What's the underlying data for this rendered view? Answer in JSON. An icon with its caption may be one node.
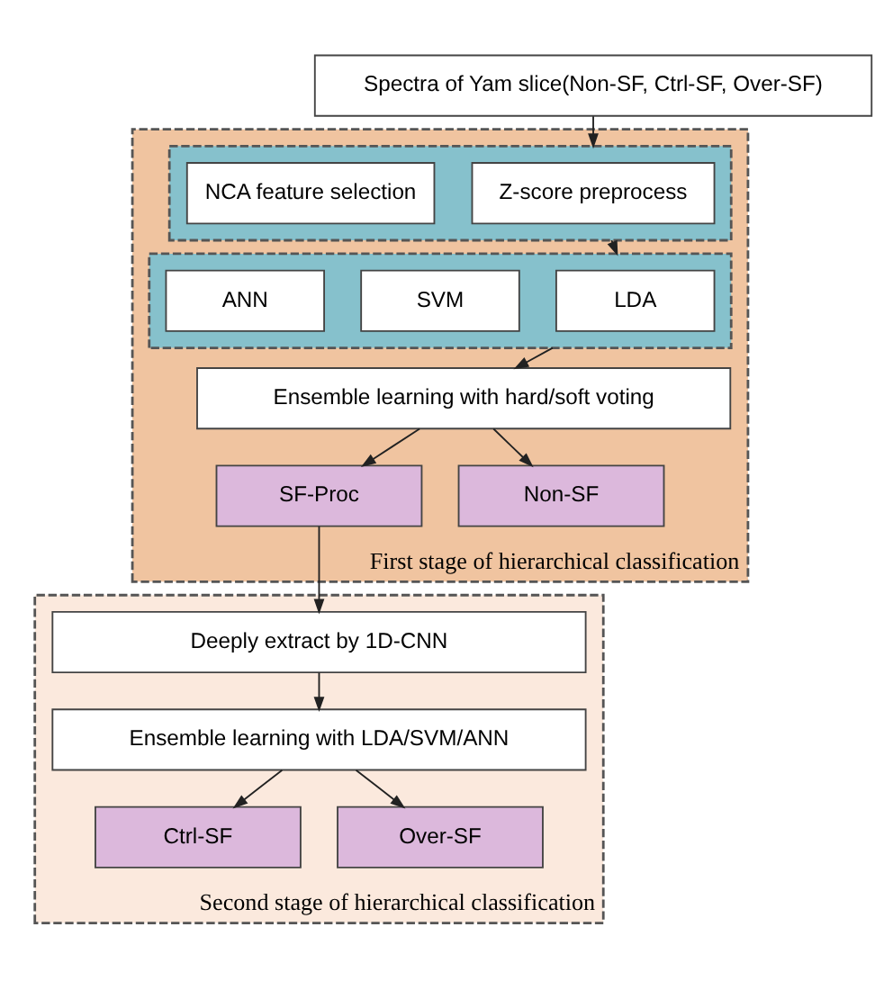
{
  "diagram": {
    "nodes": [
      {
        "text": [
          "Spectra of Yam slice(Non-SF, Ctrl-SF, Over-SF)"
        ]
      },
      {
        "text": [
          "First stage of hierarchical classification"
        ]
      },
      {
        "text": [],
        "shape": "box",
        "in": 1
      },
      {
        "text": [
          "Z-score preprocess"
        ],
        "in": 2
      },
      {
        "text": [
          "NCA feature selection"
        ],
        "in": 2
      },
      {
        "text": [],
        "shape": "box",
        "in": 1
      },
      {
        "text": [
          "LDA"
        ],
        "in": 5
      },
      {
        "text": [
          "SVM"
        ],
        "in": 5
      },
      {
        "text": [
          "ANN"
        ],
        "in": 5
      },
      {
        "text": [
          "Ensemble learning with hard/soft voting"
        ],
        "in": 1
      },
      {
        "text": [
          "SF-Proc"
        ],
        "in": 1
      },
      {
        "text": [
          "Non-SF"
        ],
        "in": 1
      },
      {
        "text": [
          "Second stage of hierarchical classification"
        ]
      },
      {
        "text": [
          "Deeply extract by 1D-CNN"
        ],
        "in": 12
      },
      {
        "text": [
          "Ensemble learning with LDA/SVM/ANN"
        ],
        "in": 12
      },
      {
        "text": [
          "Ctrl-SF"
        ],
        "in": 12
      },
      {
        "text": [
          "Over-SF"
        ],
        "in": 12
      }
    ],
    "edges": [
      {
        "from": 0,
        "to": 2,
        "arrow": "to"
      },
      {
        "from": 2,
        "to": 5,
        "arrow": "to"
      },
      {
        "from": 5,
        "to": 9,
        "arrow": "to"
      },
      {
        "from": 9,
        "to": 10,
        "arrow": "to"
      },
      {
        "from": 9,
        "to": 11,
        "arrow": "to"
      },
      {
        "from": 10,
        "to": 13,
        "arrow": "to"
      },
      {
        "from": 13,
        "to": 14,
        "arrow": "to"
      },
      {
        "from": 14,
        "to": 15,
        "arrow": "to"
      },
      {
        "from": 14,
        "to": 16,
        "arrow": "to"
      }
    ]
  }
}
